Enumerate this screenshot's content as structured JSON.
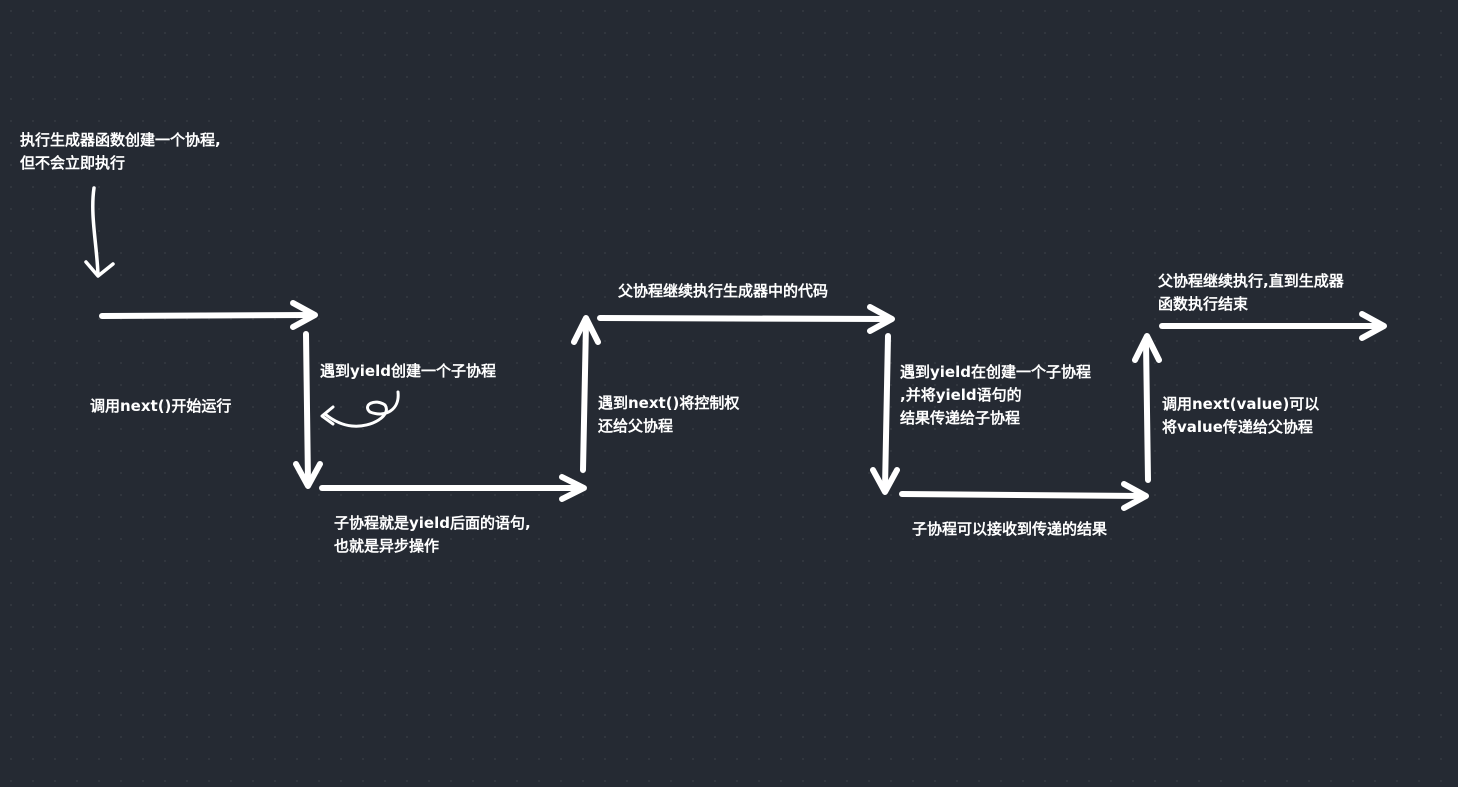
{
  "colors": {
    "background": "#252a33",
    "stroke": "#ffffff",
    "text": "#ffffff"
  },
  "labels": {
    "start": [
      "执行生成器函数创建一个协程,",
      "但不会立即执行"
    ],
    "call_next": "调用next()开始运行",
    "yield_create": "遇到yield创建一个子协程",
    "child_body": [
      "子协程就是yield后面的语句,",
      "也就是异步操作"
    ],
    "next_return": [
      "遇到next()将控制权",
      "还给父协程"
    ],
    "parent_continue": "父协程继续执行生成器中的代码",
    "yield_again": [
      "遇到yield在创建一个子协程",
      ",并将yield语句的",
      "结果传递给子协程"
    ],
    "child_receive": "子协程可以接收到传递的结果",
    "next_value": [
      "调用next(value)可以",
      "将value传递给父协程"
    ],
    "parent_end": [
      "父协程继续执行,直到生成器",
      "函数执行结束"
    ]
  }
}
